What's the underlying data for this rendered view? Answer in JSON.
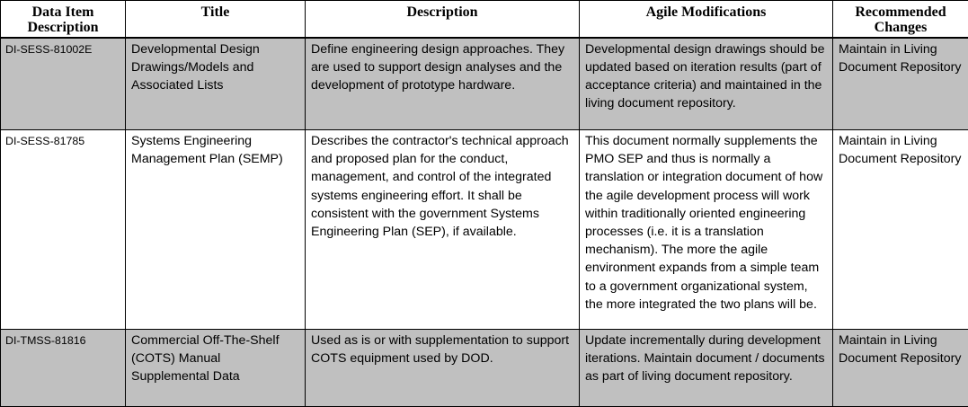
{
  "table": {
    "headers": [
      "Data Item Description",
      "Title",
      "Description",
      "Agile Modifications",
      "Recommended Changes"
    ],
    "rows": [
      {
        "data_item": "DI-SESS-81002E",
        "title": "Developmental Design Drawings/Models and Associated Lists",
        "description": "Define engineering design approaches. They are used to support design analyses and the development of prototype hardware.",
        "agile_modifications": "Developmental design drawings should be updated based on iteration results (part of acceptance criteria) and maintained in the living document repository.",
        "recommended_changes": "Maintain in Living Document Repository"
      },
      {
        "data_item": "DI-SESS-81785",
        "title": "Systems Engineering Management Plan (SEMP)",
        "description": "Describes the contractor's technical approach and proposed plan for the conduct, management, and control of the integrated systems engineering effort. It shall be consistent with the government Systems Engineering Plan (SEP), if available.",
        "agile_modifications": "This document normally supplements the PMO SEP and thus is normally a translation or integration document of how the agile development process will work within traditionally oriented engineering processes (i.e. it is a translation mechanism).  The more the agile environment expands from a simple team to a government organizational system, the more integrated the two plans will be.",
        "recommended_changes": "Maintain in Living Document Repository"
      },
      {
        "data_item": "DI-TMSS-81816",
        "title": "Commercial Off-The-Shelf (COTS) Manual Supplemental Data",
        "description": "Used as is or with supplementation to support COTS equipment used by DOD.",
        "agile_modifications": "Update incrementally during development iterations.  Maintain document / documents as part of living document repository.",
        "recommended_changes": "Maintain in Living Document Repository"
      }
    ]
  },
  "colors": {
    "shaded_row": "#c0c0c0",
    "plain_row": "#ffffff",
    "border": "#000000"
  }
}
